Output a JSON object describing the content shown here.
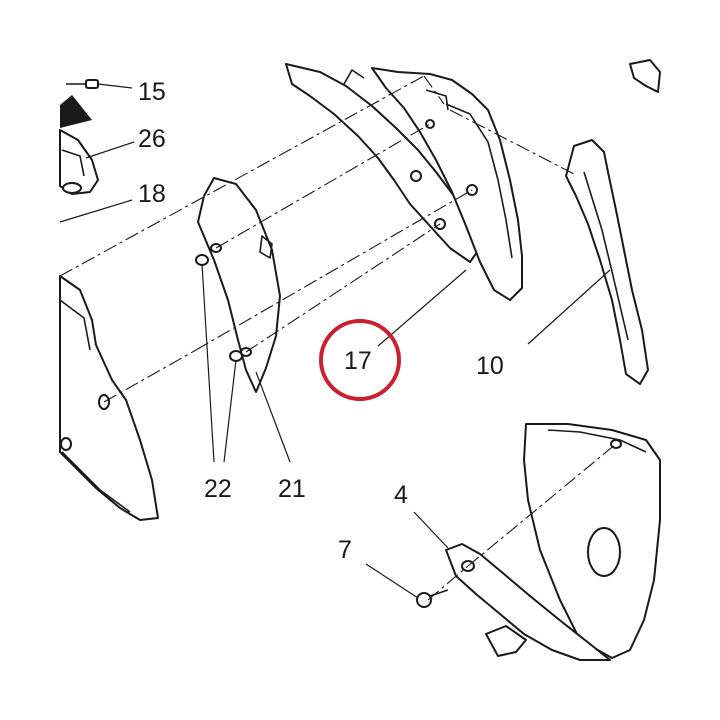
{
  "callouts": {
    "c15": "15",
    "c26": "26",
    "c18": "18",
    "c17": "17",
    "c10": "10",
    "c22": "22",
    "c21": "21",
    "c4": "4",
    "c7": "7"
  },
  "colors": {
    "highlight": "#cc1f2d",
    "line": "#1a1a1a"
  },
  "highlighted_callout": "17"
}
